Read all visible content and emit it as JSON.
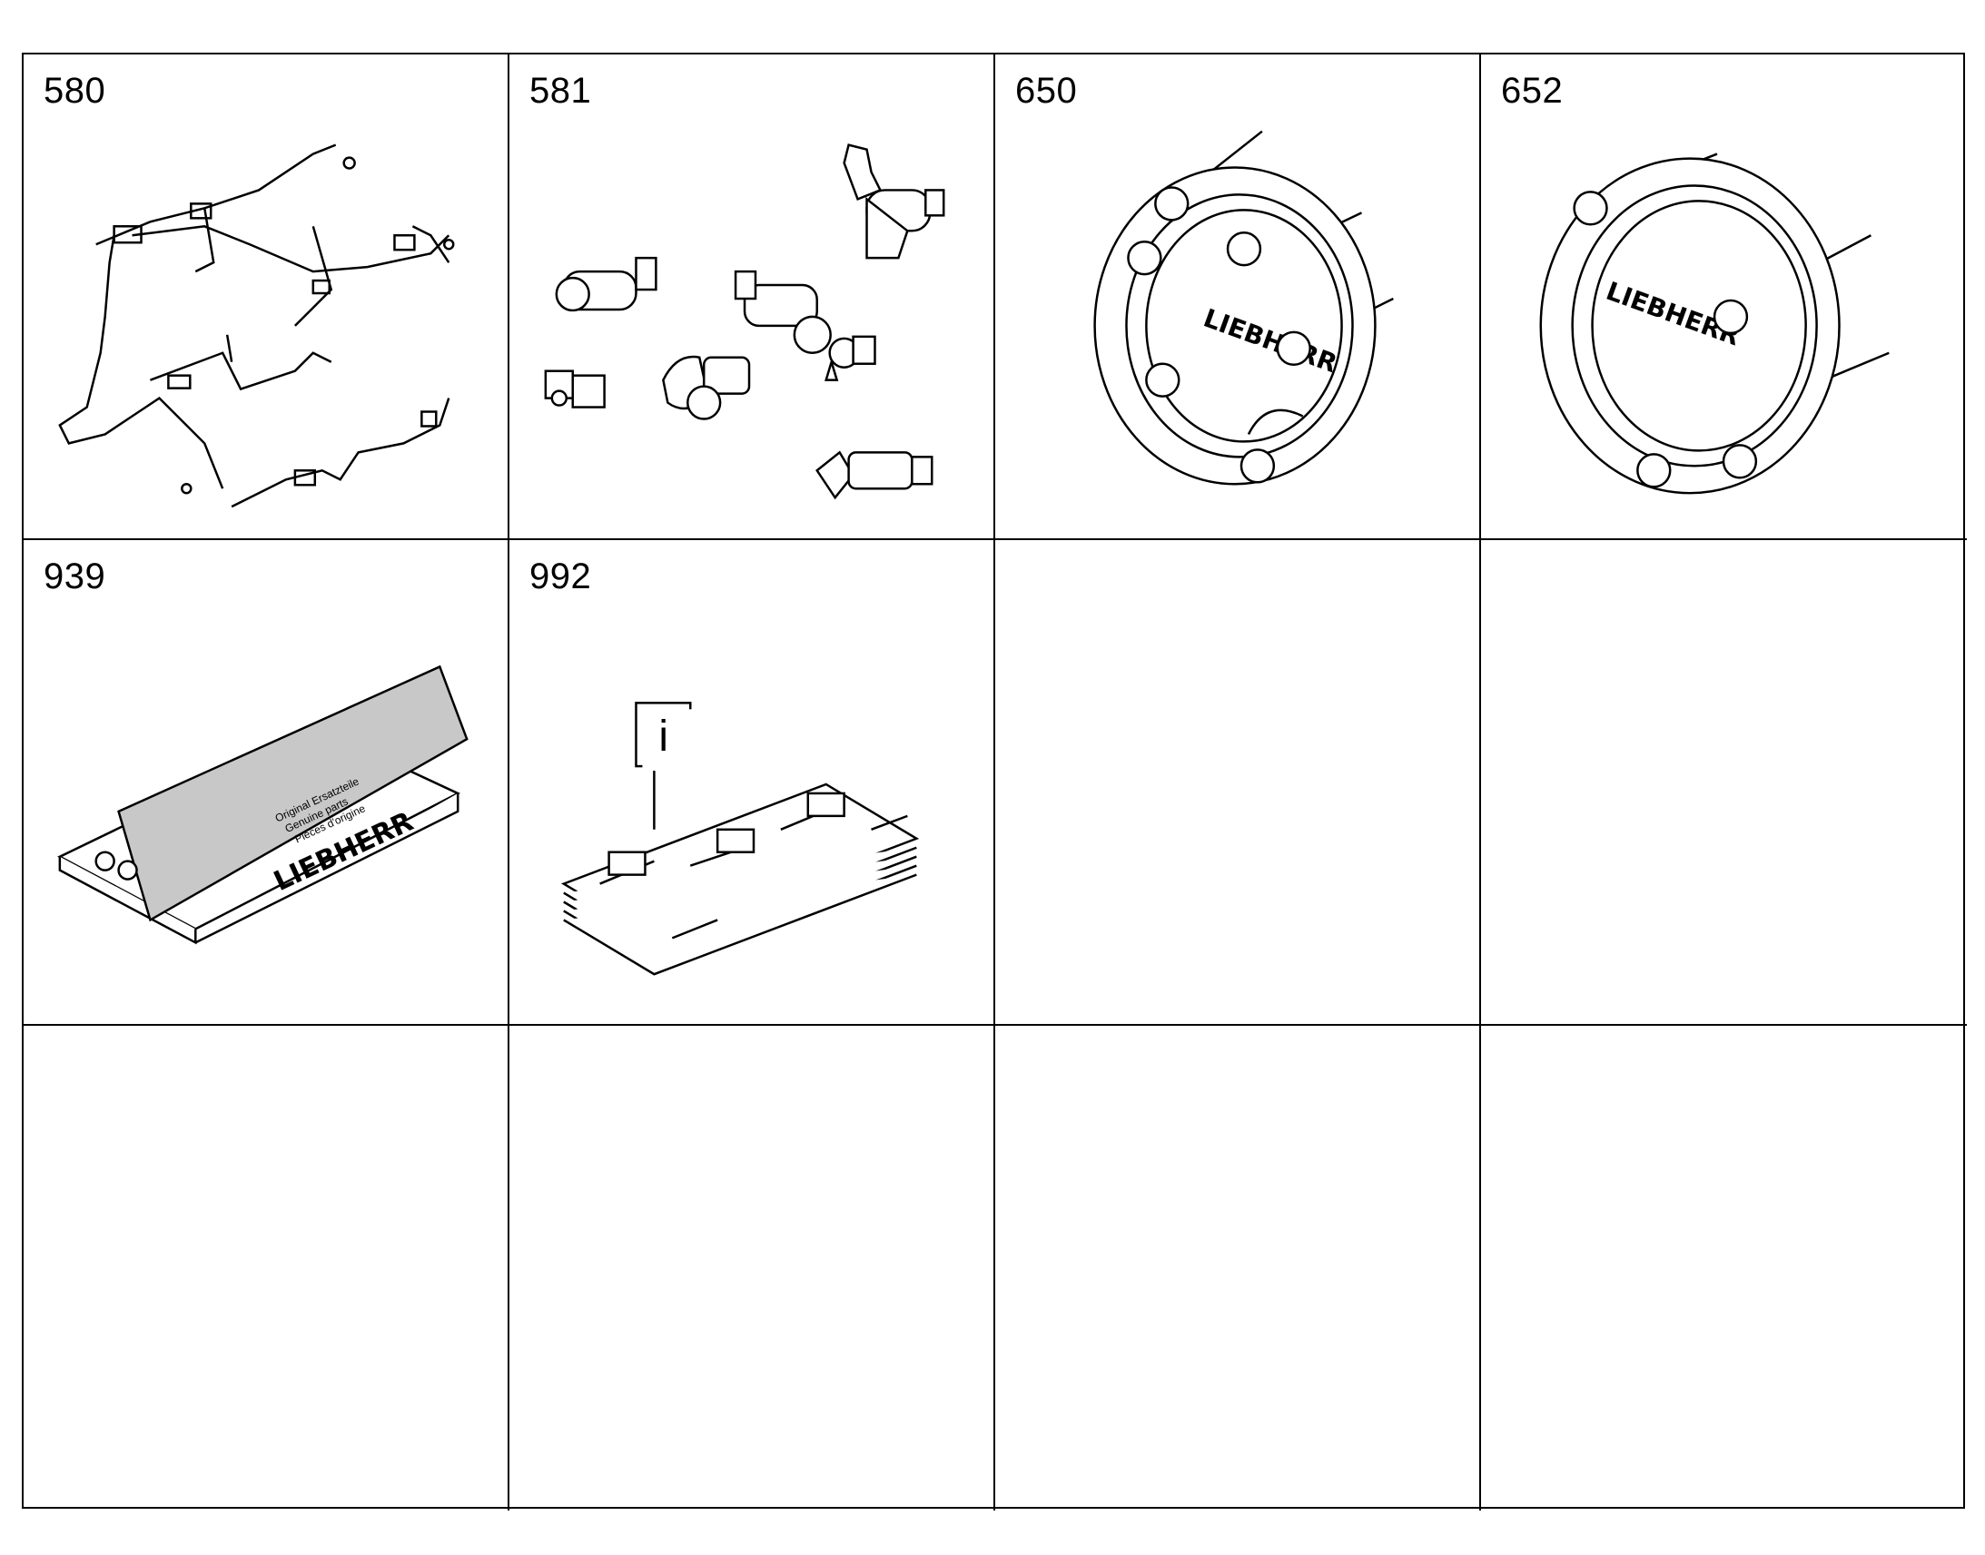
{
  "sheet": {
    "cells": [
      {
        "label": "580",
        "content": "wiring-harness"
      },
      {
        "label": "581",
        "content": "sensors-switches"
      },
      {
        "label": "650",
        "content": "flange-with-bolts"
      },
      {
        "label": "652",
        "content": "flange-with-bolts"
      },
      {
        "label": "939",
        "content": "spare-parts-box"
      },
      {
        "label": "992",
        "content": "information-document"
      },
      {
        "label": "",
        "content": "empty"
      },
      {
        "label": "",
        "content": "empty"
      },
      {
        "label": "",
        "content": "empty"
      },
      {
        "label": "",
        "content": "empty"
      },
      {
        "label": "",
        "content": "empty"
      },
      {
        "label": "",
        "content": "empty"
      }
    ]
  },
  "branding": {
    "logo_text": "LIEBHERR",
    "box_text": [
      "Original Ersatzteile",
      "Genuine parts",
      "Pièces d'origine"
    ]
  },
  "info_symbol": "i",
  "colors": {
    "line": "#000000",
    "background": "#ffffff",
    "shade": "#c8c8c8"
  }
}
